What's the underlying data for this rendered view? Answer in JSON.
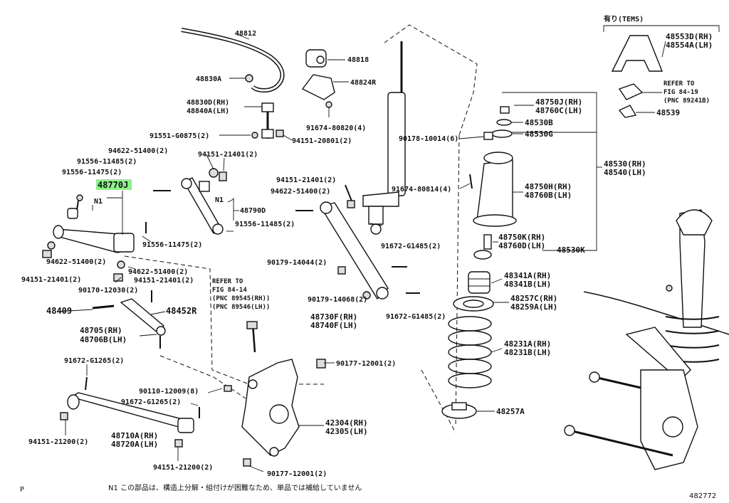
{
  "diagram": {
    "highlight_color": "#8ef08a",
    "labels": [
      {
        "id": "48812",
        "text": "48812"
      },
      {
        "id": "48818",
        "text": "48818"
      },
      {
        "id": "48830A",
        "text": "48830A"
      },
      {
        "id": "48824R",
        "text": "48824R"
      },
      {
        "id": "48830D",
        "text": "48830D(RH)"
      },
      {
        "id": "48840A",
        "text": "48840A(LH)"
      },
      {
        "id": "91674-80820",
        "text": "91674-80820(4)"
      },
      {
        "id": "91551-G0875",
        "text": "91551-G0875(2)"
      },
      {
        "id": "94151-20801",
        "text": "94151-20801(2)"
      },
      {
        "id": "94622-51400a",
        "text": "94622-51400(2)"
      },
      {
        "id": "94151-21401a",
        "text": "94151-21401(2)"
      },
      {
        "id": "91556-11485a",
        "text": "91556-11485(2)"
      },
      {
        "id": "91556-11475a",
        "text": "91556-11475(2)"
      },
      {
        "id": "48770J",
        "text": "48770J"
      },
      {
        "id": "N1a",
        "text": "N1"
      },
      {
        "id": "N1b",
        "text": "N1"
      },
      {
        "id": "48790D",
        "text": "48790D"
      },
      {
        "id": "91556-11485b",
        "text": "91556-11485(2)"
      },
      {
        "id": "91556-11475b",
        "text": "91556-11475(2)"
      },
      {
        "id": "94622-51400b",
        "text": "94622-51400(2)"
      },
      {
        "id": "94622-51400c",
        "text": "94622-51400(2)"
      },
      {
        "id": "94151-21401b",
        "text": "94151-21401(2)"
      },
      {
        "id": "94151-21401c",
        "text": "94151-21401(2)"
      },
      {
        "id": "90170-12030",
        "text": "90170-12030(2)"
      },
      {
        "id": "48409",
        "text": "48409"
      },
      {
        "id": "48452R",
        "text": "48452R"
      },
      {
        "id": "48705",
        "text": "48705(RH)"
      },
      {
        "id": "48706B",
        "text": "48706B(LH)"
      },
      {
        "id": "refer1a",
        "text": "REFER TO"
      },
      {
        "id": "refer1b",
        "text": "FIG 84-14"
      },
      {
        "id": "refer1c",
        "text": "(PNC 89545(RH))"
      },
      {
        "id": "refer1d",
        "text": "(PNC 89546(LH))"
      },
      {
        "id": "94151-21401d",
        "text": "94151-21401(2)"
      },
      {
        "id": "94622-51400d",
        "text": "94622-51400(2)"
      },
      {
        "id": "90179-14044",
        "text": "90179-14044(2)"
      },
      {
        "id": "90179-14068",
        "text": "90179-14068(2)"
      },
      {
        "id": "91672-G1485a",
        "text": "91672-G1485(2)"
      },
      {
        "id": "91672-G1485b",
        "text": "91672-G1485(2)"
      },
      {
        "id": "48730F",
        "text": "48730F(RH)"
      },
      {
        "id": "48740F",
        "text": "48740F(LH)"
      },
      {
        "id": "91674-80814",
        "text": "91674-80814(4)"
      },
      {
        "id": "90178-10014",
        "text": "90178-10014(6)"
      },
      {
        "id": "48750J",
        "text": "48750J(RH)"
      },
      {
        "id": "48760C",
        "text": "48760C(LH)"
      },
      {
        "id": "48530B",
        "text": "48530B"
      },
      {
        "id": "48530G",
        "text": "48530G"
      },
      {
        "id": "48750H",
        "text": "48750H(RH)"
      },
      {
        "id": "48760B",
        "text": "48760B(LH)"
      },
      {
        "id": "48750K",
        "text": "48750K(RH)"
      },
      {
        "id": "48760D",
        "text": "48760D(LH)"
      },
      {
        "id": "48530K",
        "text": "48530K"
      },
      {
        "id": "48530",
        "text": "48530(RH)"
      },
      {
        "id": "48540",
        "text": "48540(LH)"
      },
      {
        "id": "48341A",
        "text": "48341A(RH)"
      },
      {
        "id": "48341B",
        "text": "48341B(LH)"
      },
      {
        "id": "48257C",
        "text": "48257C(RH)"
      },
      {
        "id": "48259A",
        "text": "48259A(LH)"
      },
      {
        "id": "48231A",
        "text": "48231A(RH)"
      },
      {
        "id": "48231B",
        "text": "48231B(LH)"
      },
      {
        "id": "48257A",
        "text": "48257A"
      },
      {
        "id": "tems",
        "text": "有り(TEMS)"
      },
      {
        "id": "48553D",
        "text": "48553D(RH)"
      },
      {
        "id": "48554A",
        "text": "48554A(LH)"
      },
      {
        "id": "refer2a",
        "text": "REFER TO"
      },
      {
        "id": "refer2b",
        "text": "FIG 84-19"
      },
      {
        "id": "refer2c",
        "text": "(PNC 89241B)"
      },
      {
        "id": "48539",
        "text": "48539"
      },
      {
        "id": "91672-G1265a",
        "text": "91672-G1265(2)"
      },
      {
        "id": "90110-12009",
        "text": "90110-12009(8)"
      },
      {
        "id": "91672-G1265b",
        "text": "91672-G1265(2)"
      },
      {
        "id": "90177-12001a",
        "text": "90177-12001(2)"
      },
      {
        "id": "42304",
        "text": "42304(RH)"
      },
      {
        "id": "42305",
        "text": "42305(LH)"
      },
      {
        "id": "48710A",
        "text": "48710A(RH)"
      },
      {
        "id": "48720A",
        "text": "48720A(LH)"
      },
      {
        "id": "94151-21200a",
        "text": "94151-21200(2)"
      },
      {
        "id": "94151-21200b",
        "text": "94151-21200(2)"
      },
      {
        "id": "90177-12001b",
        "text": "90177-12001(2)"
      },
      {
        "id": "pmark",
        "text": "P"
      },
      {
        "id": "footnote",
        "text": "N1  この部品は、構造上分解・組付けが困難なため、単品では補給していません"
      },
      {
        "id": "figno",
        "text": "482772"
      }
    ]
  }
}
